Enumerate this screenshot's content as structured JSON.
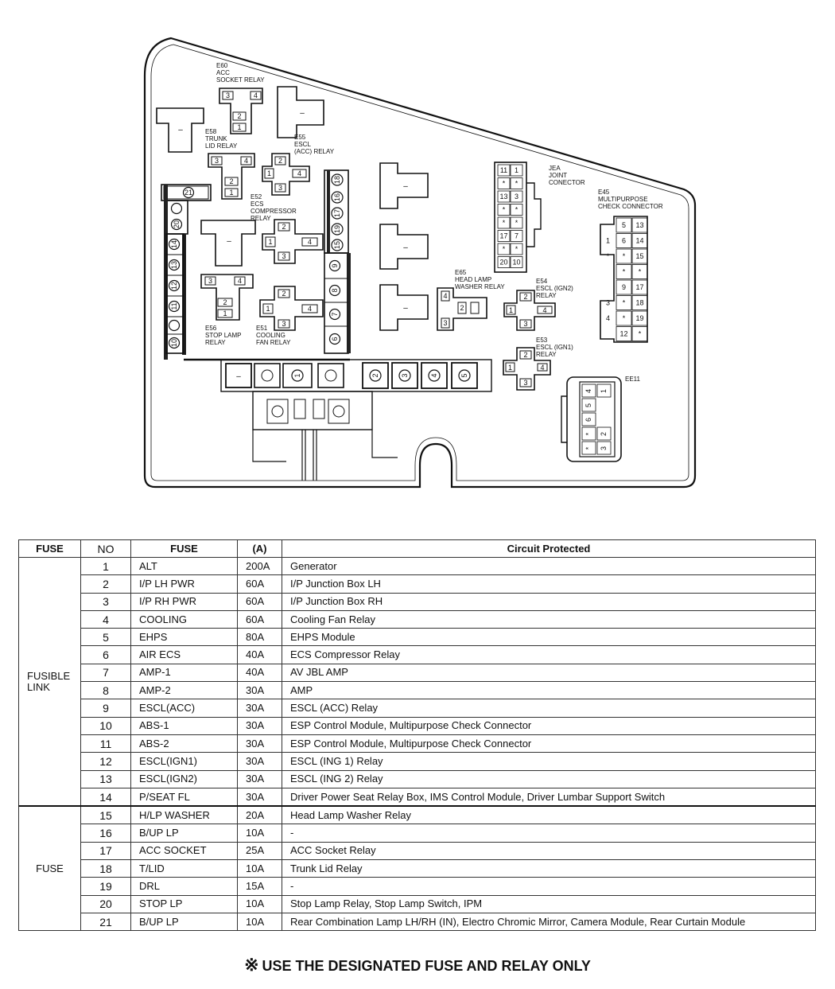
{
  "diagram": {
    "relays": {
      "e60": "E60\nACC\nSOCKET RELAY",
      "e58": "E58\nTRUNK\nLID RELAY",
      "e55": "E55\nESCL\n(ACC) RELAY",
      "e52": "E52\nECS\nCOMPRESSOR\nRELAY",
      "e56": "E56\nSTOP LAMP\nRELAY",
      "e51": "E51\nCOOLING\nFAN RELAY",
      "e65": "E65\nHEAD LAMP\nWASHER RELAY",
      "e54": "E54\nESCL (IGN2)\nRELAY",
      "e53": "E53\nESCL (IGN1)\nRELAY",
      "jea": "JEA\nJOINT\nCONECTOR",
      "e45": "E45\nMULTIPURPOSE\nCHECK CONNECTOR",
      "ee11": "EE11"
    },
    "pin_labels": [
      "1",
      "2",
      "3",
      "4",
      "5",
      "6",
      "7",
      "8",
      "9",
      "10",
      "11",
      "12",
      "13",
      "14",
      "15",
      "16",
      "17",
      "18",
      "19",
      "20",
      "21"
    ],
    "jea_pins": [
      [
        "11",
        "1"
      ],
      [
        "*",
        "*"
      ],
      [
        "13",
        "3"
      ],
      [
        "*",
        "*"
      ],
      [
        "*",
        "*"
      ],
      [
        "17",
        "7"
      ],
      [
        "*",
        "*"
      ],
      [
        "20",
        "10"
      ]
    ],
    "e45_pins": [
      [
        "",
        "5",
        "13"
      ],
      [
        "1",
        "6",
        "14"
      ],
      [
        "*",
        "*",
        "15"
      ],
      [
        "",
        "*",
        "*"
      ],
      [
        "",
        "9",
        "17"
      ],
      [
        "3",
        "*",
        "18"
      ],
      [
        "4",
        "*",
        "19"
      ],
      [
        "",
        "12",
        "*"
      ]
    ],
    "ee11_pins": [
      [
        "4",
        "1"
      ],
      [
        "5",
        ""
      ],
      [
        "6",
        ""
      ],
      [
        "*",
        "2"
      ],
      [
        "*",
        "3"
      ]
    ],
    "dash": "–",
    "star": "*"
  },
  "table": {
    "headers": [
      "FUSE",
      "NO",
      "FUSE",
      "(A)",
      "Circuit Protected"
    ],
    "groups": {
      "fusible_link": "FUSIBLE\nLINK",
      "fuse": "FUSE"
    },
    "rows": [
      {
        "no": "1",
        "fuse": "ALT",
        "amp": "200A",
        "circuit": "Generator"
      },
      {
        "no": "2",
        "fuse": "I/P LH PWR",
        "amp": "60A",
        "circuit": "I/P Junction Box LH"
      },
      {
        "no": "3",
        "fuse": "I/P RH PWR",
        "amp": "60A",
        "circuit": "I/P Junction Box RH"
      },
      {
        "no": "4",
        "fuse": "COOLING",
        "amp": "60A",
        "circuit": "Cooling Fan Relay"
      },
      {
        "no": "5",
        "fuse": "EHPS",
        "amp": "80A",
        "circuit": "EHPS Module"
      },
      {
        "no": "6",
        "fuse": "AIR ECS",
        "amp": "40A",
        "circuit": "ECS Compressor Relay"
      },
      {
        "no": "7",
        "fuse": "AMP-1",
        "amp": "40A",
        "circuit": "AV JBL AMP"
      },
      {
        "no": "8",
        "fuse": "AMP-2",
        "amp": "30A",
        "circuit": "AMP"
      },
      {
        "no": "9",
        "fuse": "ESCL(ACC)",
        "amp": "30A",
        "circuit": "ESCL (ACC) Relay"
      },
      {
        "no": "10",
        "fuse": "ABS-1",
        "amp": "30A",
        "circuit": "ESP Control Module, Multipurpose Check Connector"
      },
      {
        "no": "11",
        "fuse": "ABS-2",
        "amp": "30A",
        "circuit": "ESP Control Module, Multipurpose Check Connector"
      },
      {
        "no": "12",
        "fuse": "ESCL(IGN1)",
        "amp": "30A",
        "circuit": "ESCL (ING 1) Relay"
      },
      {
        "no": "13",
        "fuse": "ESCL(IGN2)",
        "amp": "30A",
        "circuit": "ESCL (ING 2) Relay"
      },
      {
        "no": "14",
        "fuse": "P/SEAT FL",
        "amp": "30A",
        "circuit": "Driver Power Seat Relay Box, IMS Control Module, Driver Lumbar  Support Switch"
      },
      {
        "no": "15",
        "fuse": "H/LP WASHER",
        "amp": "20A",
        "circuit": "Head Lamp Washer Relay"
      },
      {
        "no": "16",
        "fuse": "B/UP LP",
        "amp": "10A",
        "circuit": "-"
      },
      {
        "no": "17",
        "fuse": "ACC SOCKET",
        "amp": "25A",
        "circuit": "ACC Socket Relay"
      },
      {
        "no": "18",
        "fuse": "T/LID",
        "amp": "10A",
        "circuit": "Trunk Lid Relay"
      },
      {
        "no": "19",
        "fuse": "DRL",
        "amp": "15A",
        "circuit": "-"
      },
      {
        "no": "20",
        "fuse": "STOP LP",
        "amp": "10A",
        "circuit": "Stop Lamp Relay, Stop Lamp Switch, IPM"
      },
      {
        "no": "21",
        "fuse": "B/UP LP",
        "amp": "10A",
        "circuit": "Rear Combination Lamp LH/RH (IN), Electro Chromic Mirror, Camera Module, Rear Curtain Module"
      }
    ]
  },
  "footnote": {
    "mark": "※",
    "text": "USE THE DESIGNATED FUSE AND RELAY ONLY"
  }
}
